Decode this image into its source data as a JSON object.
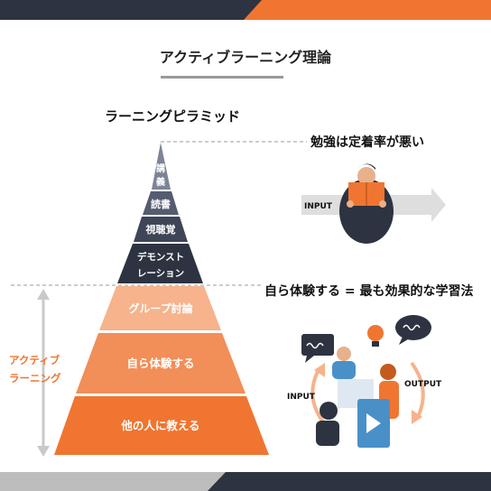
{
  "title": "アクティブラーニング理論",
  "pyramid": {
    "heading": "ラーニングピラミッド",
    "levels": {
      "lecture": [
        "講",
        "義"
      ],
      "reading": "読書",
      "audiovisual": "視聴覚",
      "demonstration": [
        "デモンスト",
        "レーション"
      ],
      "group_discussion": "グループ討論",
      "experience": "自ら体験する",
      "teaching": "他の人に教える"
    }
  },
  "active_learning_label": [
    "アクティブ",
    "ラーニング"
  ],
  "passive_note": "勉強は定着率が悪い",
  "active_note": "自ら体験する = 最も効果的な学習法",
  "input_label": "INPUT",
  "input_label_2": "INPUT",
  "output_label": "OUTPUT",
  "colors": {
    "dark_navy": "#2d3340",
    "mid_navy": "#555c70",
    "light_navy": "#7d8498",
    "orange": "#f07530",
    "orange_mid": "#f28e57",
    "orange_light": "#f6b38c",
    "gray_bar": "#bdbdbd"
  }
}
